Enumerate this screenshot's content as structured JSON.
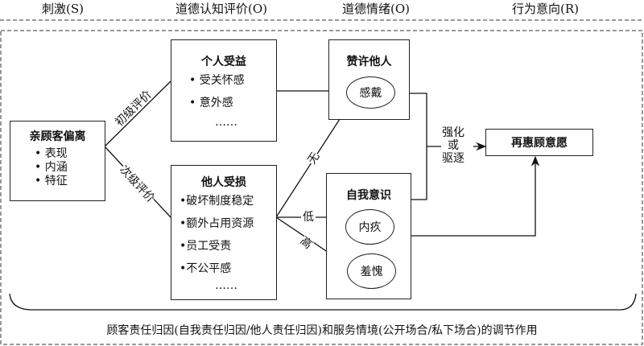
{
  "headers": [
    "刺激(S)",
    "道德认知评价(O)",
    "道德情绪(O)",
    "行为意向(R)"
  ],
  "stimulus": {
    "title": "亲顾客偏离",
    "items": [
      "• 表现",
      "• 内涵",
      "• 特征"
    ]
  },
  "personal_benefit": {
    "title": "个人受益",
    "items": [
      "• 受关怀感",
      "• 意外感",
      "……"
    ]
  },
  "others_harm": {
    "title": "他人受损",
    "items": [
      "•破坏制度稳定",
      "•额外占用资源",
      "•员工受责",
      "•不公平感",
      "……"
    ]
  },
  "praise_others": {
    "title": "赞许他人",
    "emotion": "感戴"
  },
  "self_awareness": {
    "title": "自我意识",
    "emotions": [
      "内疚",
      "羞愧"
    ]
  },
  "outcome": {
    "title": "再惠顾意愿"
  },
  "edge_labels": {
    "primary": "初级评价",
    "secondary": "次级评价",
    "none": "无",
    "low": "低",
    "high": "高",
    "effect": [
      "强化",
      "或",
      "驱逐"
    ]
  },
  "footer": "顾客责任归因(自我责任归因/他人责任归因)和服务情境(公开场合/私下场合)的调节作用"
}
